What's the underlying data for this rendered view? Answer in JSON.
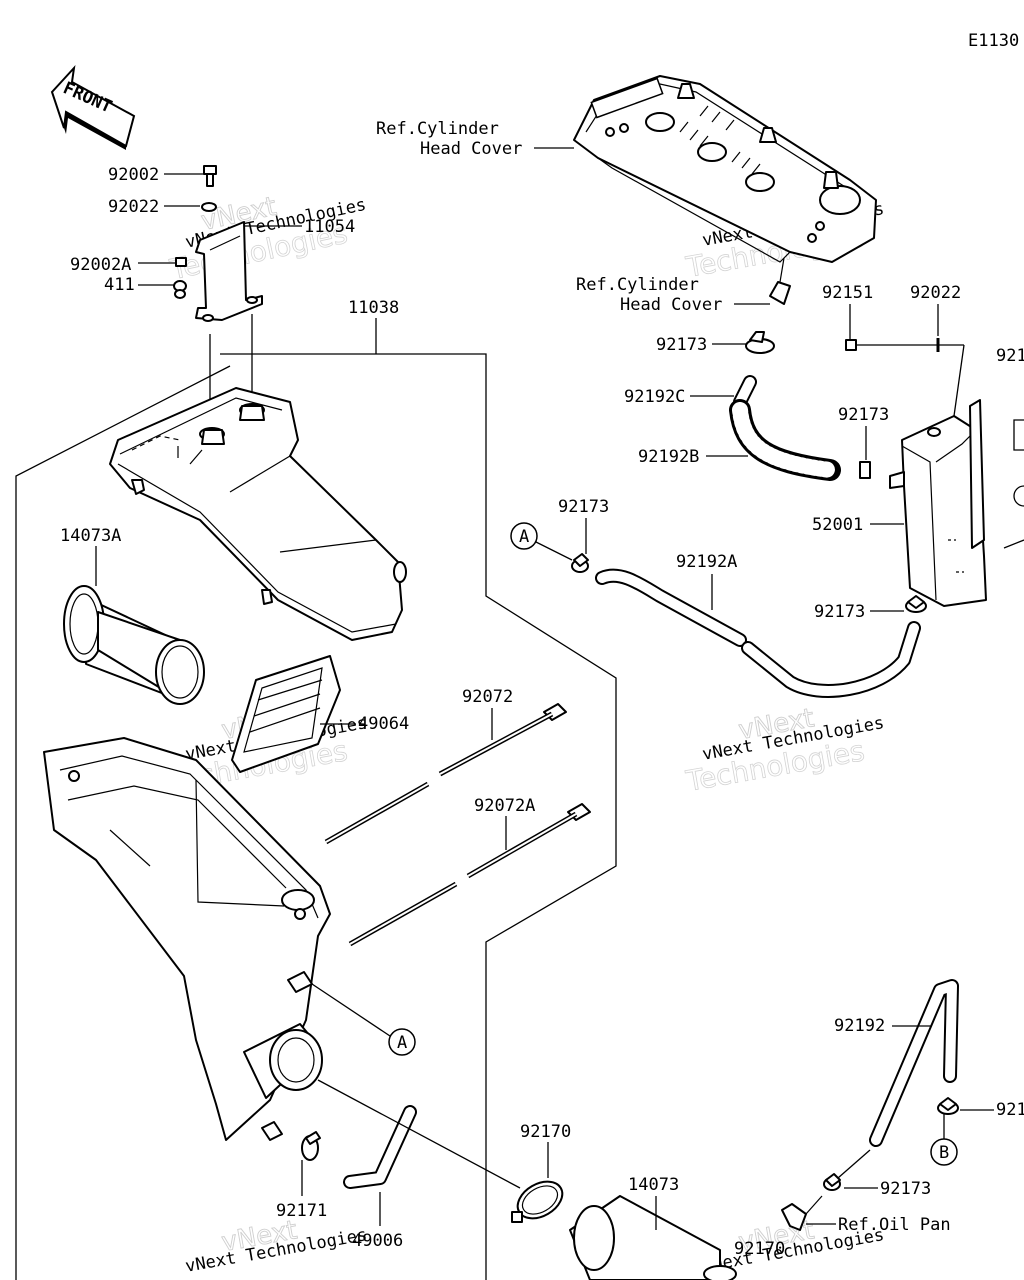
{
  "diagram_id": "E1130",
  "front_label": "FRONT",
  "watermark": {
    "line1": "vNext Technologies",
    "line2": "Technologies",
    "overlay": "vNext"
  },
  "callouts": {
    "ref_cyl_head_cover_1a": "Ref.Cylinder",
    "ref_cyl_head_cover_1b": "Head Cover",
    "ref_cyl_head_cover_2a": "Ref.Cylinder",
    "ref_cyl_head_cover_2b": "Head Cover",
    "ref_oil_pan": "Ref.Oil Pan",
    "p92002": "92002",
    "p92022_left": "92022",
    "p11054": "11054",
    "p92002A": "92002A",
    "p411": "411",
    "p11038": "11038",
    "p14073A": "14073A",
    "p49064": "49064",
    "p92072": "92072",
    "p92072A": "92072A",
    "p92171": "92171",
    "p49006": "49006",
    "p92170_a": "92170",
    "p14073": "14073",
    "p92170_b": "92170",
    "p92173_top": "92173",
    "p92192C": "92192C",
    "p92192B": "92192B",
    "p92151": "92151",
    "p92022_right": "92022",
    "p921_cut_top": "921",
    "p92173_mid": "92173",
    "p52001": "52001",
    "p92173_left": "92173",
    "p92192A": "92192A",
    "p92173_lower": "92173",
    "p92192": "92192",
    "p921_cut_bottom": "921",
    "p92173_bottom": "92173",
    "ref_A_1": "A",
    "ref_A_2": "A",
    "ref_B": "B"
  }
}
